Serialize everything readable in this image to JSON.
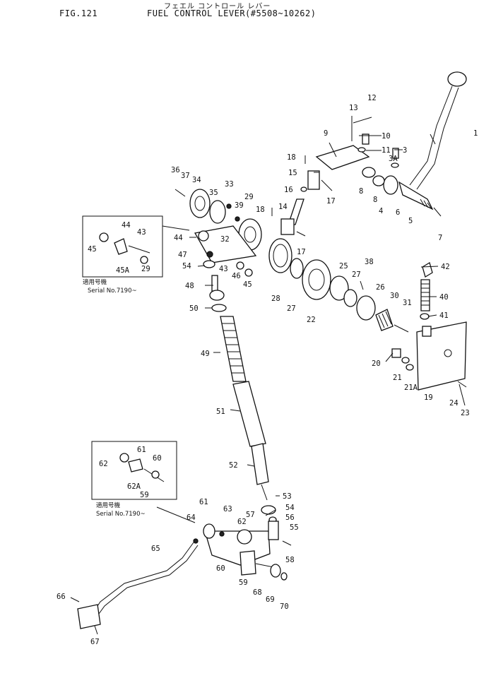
{
  "header": {
    "fig_number": "FIG.121",
    "japanese_title": "フェエル コントロール レバー",
    "title": "FUEL CONTROL LEVER(#5508~10262)"
  },
  "inset_top": {
    "note_jp": "適用号機",
    "serial": "Serial No.7190~"
  },
  "inset_bottom": {
    "note_jp": "適用号機",
    "serial": "Serial No.7190~"
  },
  "callouts": [
    "1",
    "3",
    "3A",
    "4",
    "5",
    "6",
    "7",
    "8",
    "8",
    "9",
    "10",
    "11",
    "12",
    "13",
    "14",
    "15",
    "16",
    "17",
    "17",
    "18",
    "18",
    "19",
    "20",
    "21",
    "21A",
    "22",
    "23",
    "24",
    "25",
    "26",
    "27",
    "27",
    "28",
    "29",
    "29",
    "30",
    "31",
    "32",
    "33",
    "34",
    "35",
    "36",
    "37",
    "38",
    "39",
    "40",
    "41",
    "42",
    "43",
    "43",
    "44",
    "44",
    "45",
    "45",
    "45A",
    "46",
    "47",
    "48",
    "49",
    "50",
    "51",
    "52",
    "53",
    "54",
    "54",
    "55",
    "56",
    "57",
    "58",
    "59",
    "59",
    "60",
    "60",
    "61",
    "61",
    "62",
    "62",
    "62A",
    "63",
    "64",
    "65",
    "66",
    "67",
    "68",
    "69",
    "70"
  ]
}
